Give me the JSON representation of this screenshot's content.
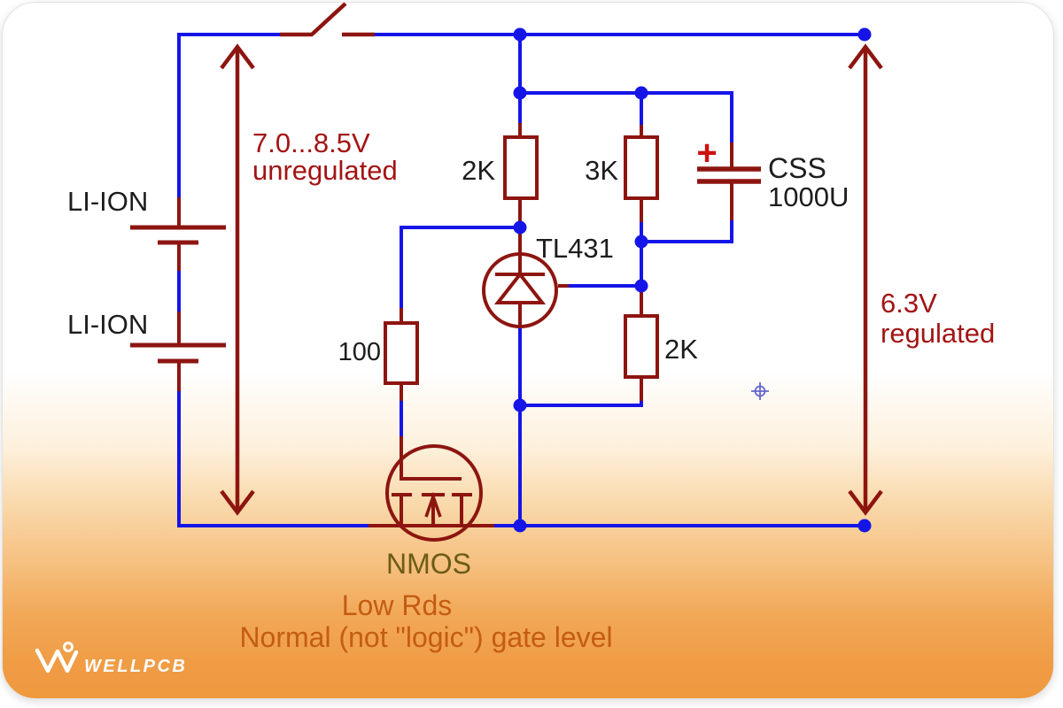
{
  "schematic": {
    "battery1_label": "LI-ION",
    "battery2_label": "LI-ION",
    "input_voltage_line1": "7.0...8.5V",
    "input_voltage_line2": "unregulated",
    "resistor_top_left_label": "2K",
    "resistor_top_mid_label": "3K",
    "capacitor_name": "CSS",
    "capacitor_value": "1000U",
    "capacitor_polarity": "+",
    "shunt_reference_label": "TL431",
    "gate_resistor_label": "100",
    "feedback_resistor_label": "2K",
    "output_voltage_line1": "6.3V",
    "output_voltage_line2": "regulated",
    "transistor_label": "NMOS",
    "note_line1": "Low Rds",
    "note_line2": "Normal (not \"logic\") gate level"
  },
  "watermark": {
    "brand": "WELLPCB"
  },
  "colors": {
    "wire_blue": "#1515e8",
    "component_dark_red": "#8d1510",
    "annotation_red": "#a31414",
    "plus_red": "#cc1111",
    "nmos_label_olive": "#6b5c16",
    "note_orange": "#c45c12",
    "label_black": "#1d1d1d",
    "background_orange": "#ef993e",
    "crosshair_blue": "#6565cf"
  }
}
